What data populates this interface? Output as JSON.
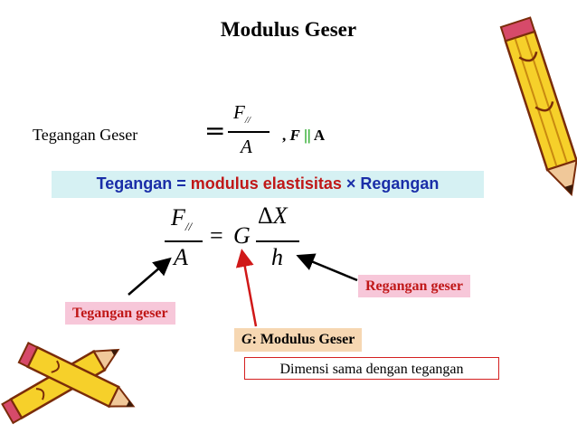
{
  "title": "Modulus Geser",
  "definition": {
    "label": "Tegangan Geser",
    "equals": "=",
    "numerator": "F",
    "numerator_sub": "//",
    "denominator": "A",
    "condition_prefix": ", ",
    "condition_F": "F",
    "condition_parallel": "||",
    "condition_A": "A"
  },
  "banner": {
    "part1": "Tegangan = ",
    "part2": "modulus elastisitas",
    "part3": " × Regangan",
    "color_blue": "#1a2ea8",
    "color_red": "#c01818",
    "background": "#d6f1f3"
  },
  "formula": {
    "num_left": "F",
    "num_left_sub": "//",
    "den_left": "A",
    "equals": "=",
    "modulus": "G",
    "delta": "Δ",
    "num_right": "X",
    "den_right": "h"
  },
  "labels": {
    "shear_strain": "Regangan geser",
    "shear_stress": "Tegangan geser",
    "modulus_symbol": "G",
    "modulus_text": ": Modulus Geser",
    "dimension_note": "Dimensi sama dengan tegangan"
  },
  "decor": {
    "pencil_right": "pencil-icon",
    "pencils_bottom_left": "crossed-pencils-icon"
  }
}
